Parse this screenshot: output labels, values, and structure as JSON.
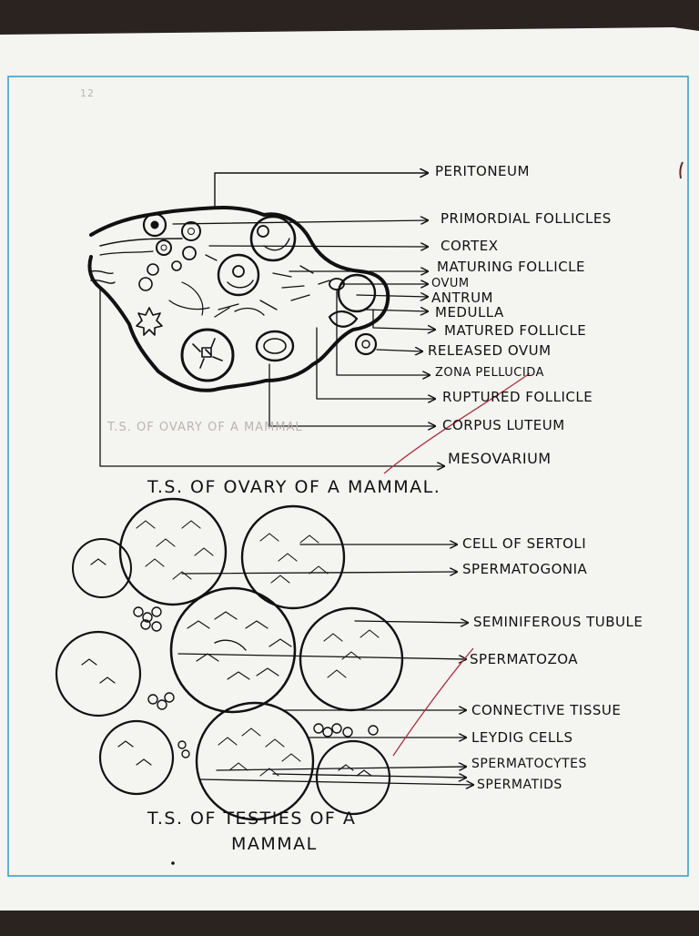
{
  "page": {
    "page_number": "12",
    "ghost_text": "T.S. OF OVARY OF A MAMMAL"
  },
  "ovary": {
    "caption": "T.S. OF OVARY OF A MAMMAL.",
    "labels": {
      "peritoneum": "PERITONEUM",
      "primordial_follicles": "PRIMORDIAL FOLLICLES",
      "cortex": "CORTEX",
      "maturing_follicle": "MATURING FOLLICLE",
      "ovum": "OVUM",
      "antrum": "ANTRUM",
      "medulla": "MEDULLA",
      "matured_follicle": "MATURED FOLLICLE",
      "released_ovum": "RELEASED OVUM",
      "zona_pellucida": "ZONA PELLUCIDA",
      "ruptured_follicle": "RUPTURED FOLLICLE",
      "corpus_luteum": "CORPUS LUTEUM",
      "mesovarium": "MESOVARIUM"
    }
  },
  "testis": {
    "caption_line1": "T.S. OF TESTIES OF A",
    "caption_line2": "MAMMAL",
    "labels": {
      "cell_of_sertoli": "CELL OF SERTOLI",
      "spermatogonia": "SPERMATOGONIA",
      "seminiferous_tubule": "SEMINIFEROUS TUBULE",
      "spermatozoa": "SPERMATOZOA",
      "connective_tissue": "CONNECTIVE TISSUE",
      "leydig_cells": "LEYDIG CELLS",
      "spermatocytes": "SPERMATOCYTES",
      "spermatids": "SPERMATIDS"
    }
  },
  "colors": {
    "paper": "#f4f4f1",
    "border": "#3aa3c7",
    "ink": "#111111",
    "red_pen": "#a8323e"
  }
}
